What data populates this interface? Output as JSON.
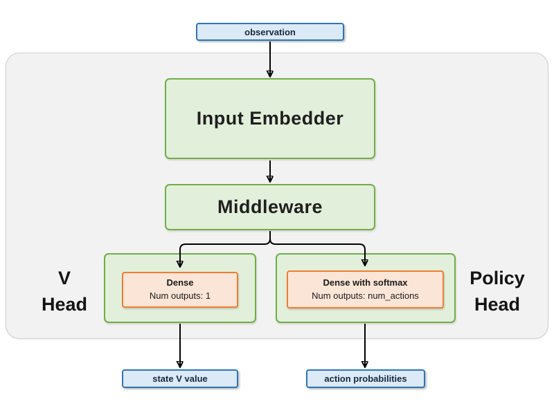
{
  "nodes": {
    "observation": "observation",
    "input_embedder": "Input Embedder",
    "middleware": "Middleware",
    "v_head": {
      "line1": "V",
      "line2": "Head"
    },
    "policy_head": {
      "line1": "Policy",
      "line2": "Head"
    },
    "v_dense": {
      "title": "Dense",
      "subtitle": "Num outputs: 1"
    },
    "policy_dense": {
      "title": "Dense with softmax",
      "subtitle": "Num outputs: num_actions"
    },
    "state_v_value": "state V value",
    "action_probabilities": "action probabilities"
  },
  "colors": {
    "blue_fill": "#dce9f7",
    "blue_border": "#2e74b5",
    "green_fill": "#e2efda",
    "green_border": "#70ad47",
    "orange_fill": "#fbe5d6",
    "orange_border": "#ed7d31",
    "container_fill": "#f2f2f2",
    "container_border": "#cfcfcf",
    "arrow": "#000000"
  }
}
